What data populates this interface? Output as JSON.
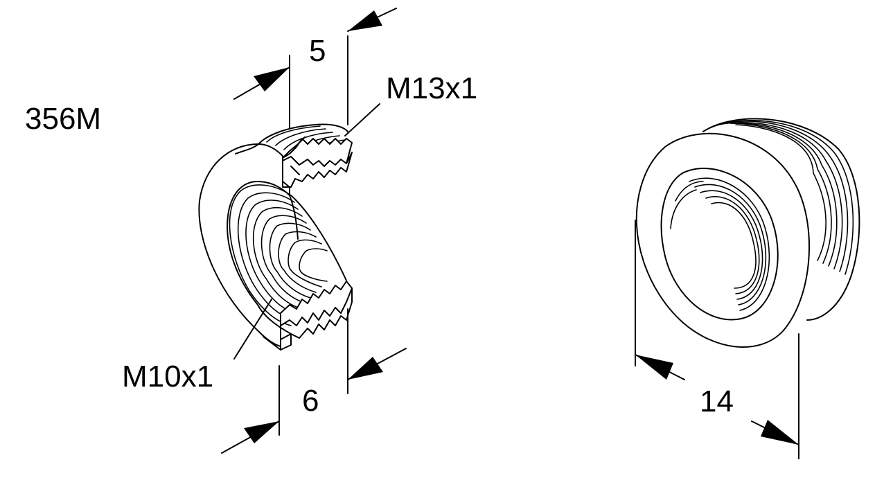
{
  "part_number": "356M",
  "dimensions": {
    "outer_thread_length": "5",
    "inner_thread_length": "6",
    "overall_diameter": "14"
  },
  "threads": {
    "outer": "M13x1",
    "inner": "M10x1"
  }
}
